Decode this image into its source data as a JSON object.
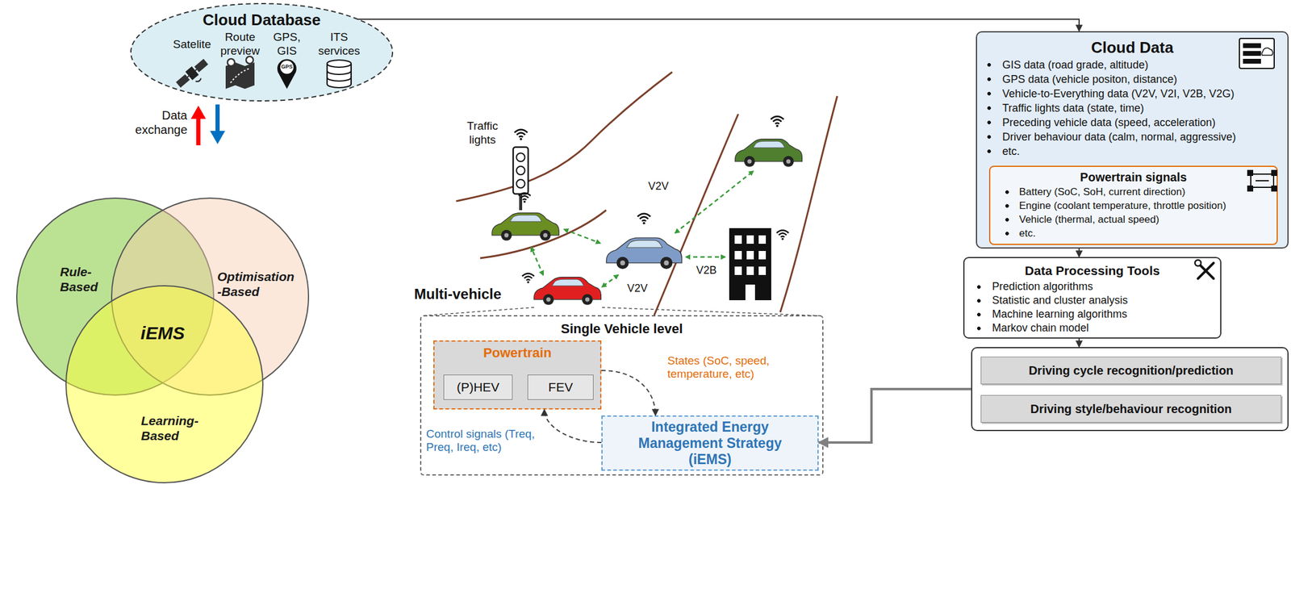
{
  "diagram": {
    "nodes": [
      {
        "text": [
          "Rule- Based"
        ]
      },
      {
        "text": [
          "Optimisation -Based"
        ]
      },
      {
        "text": [
          "Learning- Based"
        ]
      },
      {
        "text": [
          "Cloud Database"
        ]
      },
      {
        "text": [
          "Single Vehicle level"
        ]
      },
      {
        "text": [
          "Powertrain"
        ],
        "in": 4
      },
      {
        "text": [
          "(P)HEV"
        ],
        "in": 5
      },
      {
        "text": [
          "FEV"
        ],
        "in": 5
      },
      {
        "text": [
          "Integrated Energy Management Strategy (iEMS)"
        ],
        "in": 4
      },
      {
        "text": [
          "Cloud Data",
          "GIS data (road grade, altitude)",
          "GPS data (vehicle positon, distance)",
          "Vehicle-to-Everything data (V2V, V2I, V2B, V2G)",
          "Traffic lights data (state, time)",
          "Preceding vehicle data (speed, acceleration)",
          "Driver behaviour data (calm, normal, aggressive)",
          "etc."
        ]
      },
      {
        "text": [
          "Powertrain signals",
          "Battery (SoC, SoH, current direction)",
          "Engine (coolant temperature, throttle position)",
          "Vehicle (thermal, actual speed)",
          "etc."
        ],
        "in": 9
      },
      {
        "text": [
          "Data Processing Tools",
          "Prediction algorithms",
          "Statistic and cluster analysis",
          "Machine learning algorithms",
          "Markov chain model"
        ]
      },
      {
        "text": []
      },
      {
        "text": [
          "Driving cycle recognition/prediction"
        ],
        "in": 12
      },
      {
        "text": [
          "Driving style/behaviour recognition"
        ],
        "in": 12
      }
    ],
    "edges": [
      {
        "from": 3,
        "to": 9,
        "arrow": "to"
      },
      {
        "from": 5,
        "to": 8,
        "label": "States (SoC, speed, temperature, etc)",
        "arrow": "to"
      },
      {
        "from": 8,
        "to": 5,
        "label": "Control signals (Treq, Preq, Ireq, etc)",
        "arrow": "to"
      },
      {
        "from": 9,
        "to": 11,
        "arrow": "to"
      },
      {
        "from": 11,
        "to": 12,
        "arrow": "to"
      },
      {
        "from": 12,
        "to": 8,
        "arrow": "to"
      }
    ],
    "labels": [
      "Satelite",
      "Route preview",
      "GPS, GIS",
      "ITS services",
      "GPS",
      "Data exchange",
      "Traffic lights",
      "V2V",
      "V2B",
      "V2V",
      "Multi-vehicle",
      "iEMS"
    ]
  }
}
